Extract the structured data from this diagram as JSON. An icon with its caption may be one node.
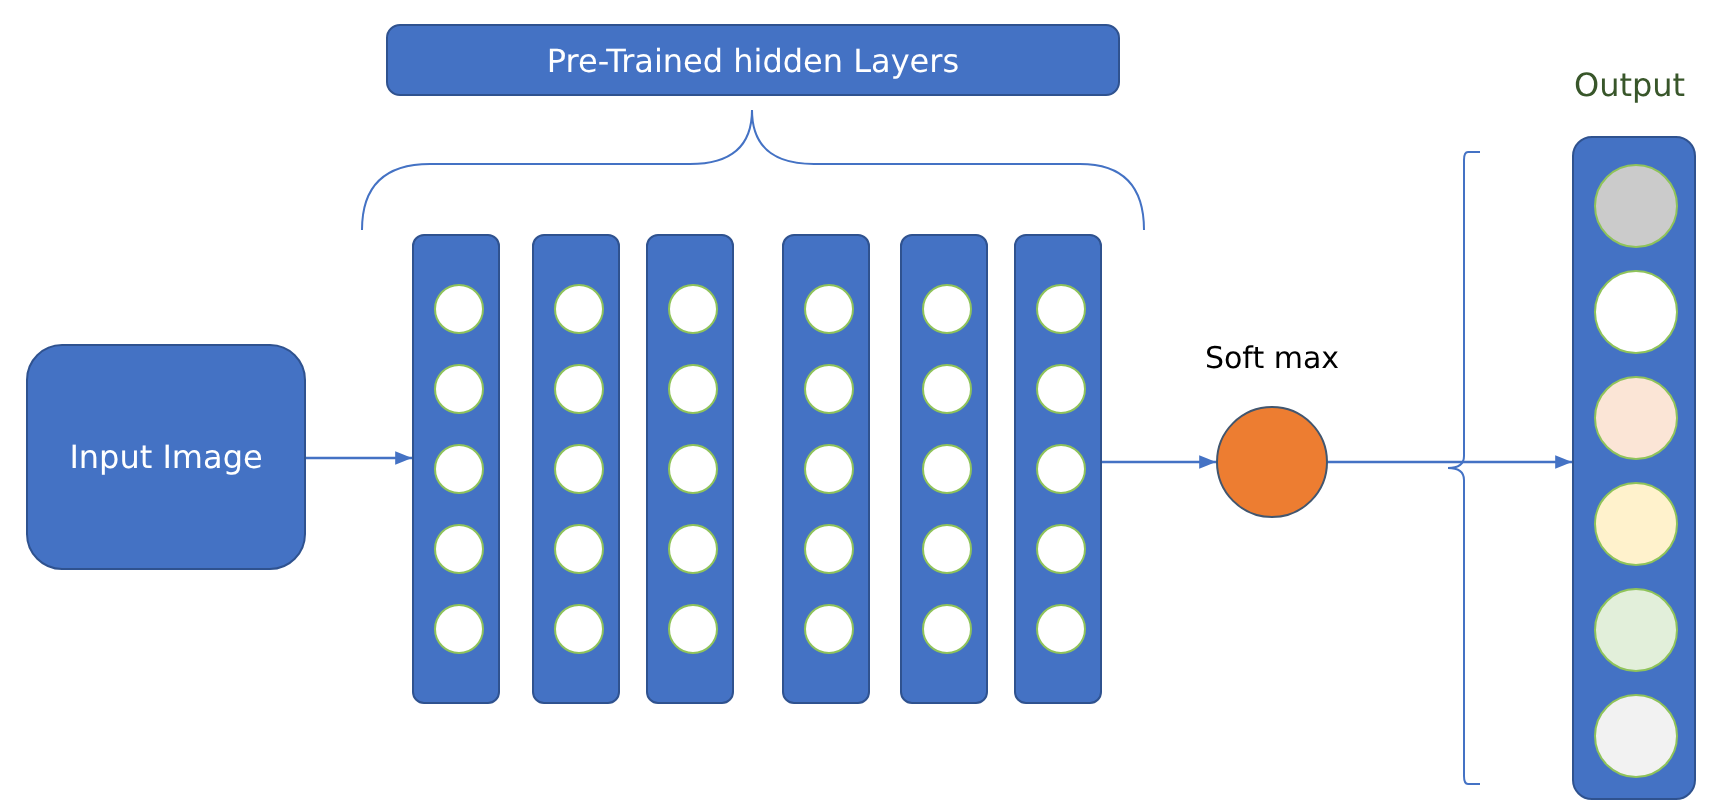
{
  "diagram": {
    "nodes": [
      {
        "text": [
          "Pre-Trained hidden Layers"
        ]
      },
      {
        "text": [
          "Input Image"
        ]
      },
      {
        "text": [],
        "shape": "bar"
      },
      {
        "text": [],
        "shape": "circle",
        "in": 2
      },
      {
        "text": [],
        "shape": "circle",
        "in": 2
      },
      {
        "text": [],
        "shape": "circle",
        "in": 2
      },
      {
        "text": [],
        "shape": "circle",
        "in": 2
      },
      {
        "text": [],
        "shape": "circle",
        "in": 2
      },
      {
        "text": [],
        "shape": "bar"
      },
      {
        "text": [],
        "shape": "circle",
        "in": 8
      },
      {
        "text": [],
        "shape": "circle",
        "in": 8
      },
      {
        "text": [],
        "shape": "circle",
        "in": 8
      },
      {
        "text": [],
        "shape": "circle",
        "in": 8
      },
      {
        "text": [],
        "shape": "circle",
        "in": 8
      },
      {
        "text": [],
        "shape": "bar"
      },
      {
        "text": [],
        "shape": "circle",
        "in": 14
      },
      {
        "text": [],
        "shape": "circle",
        "in": 14
      },
      {
        "text": [],
        "shape": "circle",
        "in": 14
      },
      {
        "text": [],
        "shape": "circle",
        "in": 14
      },
      {
        "text": [],
        "shape": "circle",
        "in": 14
      },
      {
        "text": [],
        "shape": "bar"
      },
      {
        "text": [],
        "shape": "circle",
        "in": 20
      },
      {
        "text": [],
        "shape": "circle",
        "in": 20
      },
      {
        "text": [],
        "shape": "circle",
        "in": 20
      },
      {
        "text": [],
        "shape": "circle",
        "in": 20
      },
      {
        "text": [],
        "shape": "circle",
        "in": 20
      },
      {
        "text": [],
        "shape": "bar"
      },
      {
        "text": [],
        "shape": "circle",
        "in": 26
      },
      {
        "text": [],
        "shape": "circle",
        "in": 26
      },
      {
        "text": [],
        "shape": "circle",
        "in": 26
      },
      {
        "text": [],
        "shape": "circle",
        "in": 26
      },
      {
        "text": [],
        "shape": "circle",
        "in": 26
      },
      {
        "text": [],
        "shape": "bar"
      },
      {
        "text": [],
        "shape": "circle",
        "in": 32
      },
      {
        "text": [],
        "shape": "circle",
        "in": 32
      },
      {
        "text": [],
        "shape": "circle",
        "in": 32
      },
      {
        "text": [],
        "shape": "circle",
        "in": 32
      },
      {
        "text": [],
        "shape": "circle",
        "in": 32
      },
      {
        "text": [],
        "shape": "circle",
        "beside": [
          "Soft max"
        ]
      },
      {
        "text": [
          "Output"
        ]
      },
      {
        "text": [],
        "shape": "circle",
        "in": 39
      },
      {
        "text": [],
        "shape": "circle",
        "in": 39
      },
      {
        "text": [],
        "shape": "circle",
        "in": 39
      },
      {
        "text": [],
        "shape": "circle",
        "in": 39
      },
      {
        "text": [],
        "shape": "circle",
        "in": 39
      },
      {
        "text": [],
        "shape": "circle",
        "in": 39
      }
    ],
    "edges": [
      {
        "from": 1,
        "to": 2,
        "arrow": "to"
      },
      {
        "from": 32,
        "to": 38,
        "arrow": "to"
      },
      {
        "from": 38,
        "to": 39,
        "arrow": "to"
      }
    ]
  }
}
